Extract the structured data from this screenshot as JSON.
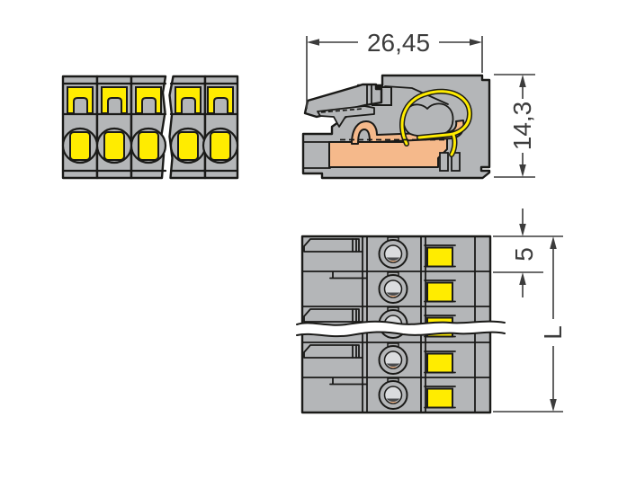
{
  "dimensions": {
    "width": "26,45",
    "height": "14,3",
    "pole_pitch": "5",
    "total_length": "L"
  },
  "views": {
    "front_view": {
      "poles_shown": 5,
      "break_symbol": true
    },
    "side_view": {
      "section": true
    },
    "top_view": {
      "poles_shown": 5,
      "break_symbol": true
    }
  },
  "colors": {
    "background": "#ffffff",
    "body_gray": "#b4b6b8",
    "light_gray": "#dadcde",
    "shadow_gray": "#4a4c4e",
    "outline": "#1a1a18",
    "accent_yellow": "#ffec00",
    "copper_orange": "#f5b98b",
    "dim": "#3c3c3c"
  }
}
